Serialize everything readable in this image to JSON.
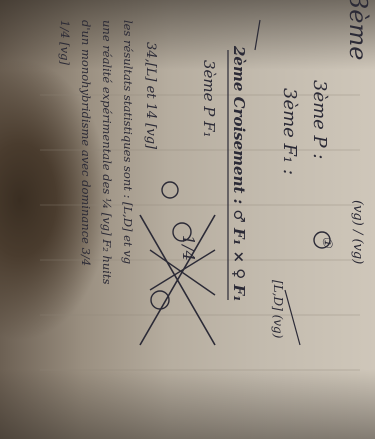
{
  "notes": {
    "generation_top": "3ème",
    "line_p": "3ème P :",
    "line_f1": "3ème F₁ :",
    "circle_label": "①",
    "genotype_ratio": "(vg) / (vg)",
    "fraction_label": "[L,D] (vg)",
    "header_cross": "2ème Croisement : ♂ F₁  ×  ♀ F₁",
    "gen_line": "3ème P F₁",
    "phenotype_line": "34,[L] et 14 [vg]",
    "bottom_fraction": "1/4",
    "result_line1": "les résultats statistiques sont : [L,D] et vg",
    "result_line2": "une réalité expérimentale des ¼ [vg] F₂ huits",
    "result_line3": "d'un monohybridisme avec dominance 3/4",
    "result_line4": "1/4 [vg]"
  }
}
